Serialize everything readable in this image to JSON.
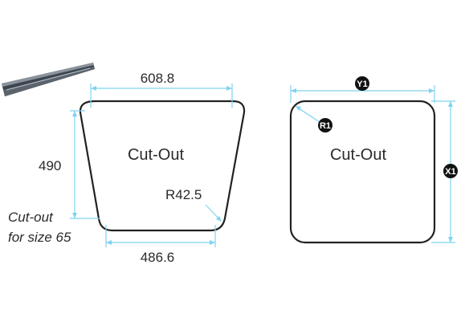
{
  "left_drawing": {
    "label": "Cut-Out",
    "top_width": "608.8",
    "height": "490",
    "bottom_width": "486.6",
    "radius": "R42.5",
    "note_line1": "Cut-out",
    "note_line2": "for size 65"
  },
  "right_drawing": {
    "label": "Cut-Out",
    "width_badge": "Y1",
    "height_badge": "X1",
    "radius_badge": "R1"
  },
  "colors": {
    "dimension_line": "#7fd3ef",
    "outline": "#222222",
    "badge": "#111111"
  }
}
